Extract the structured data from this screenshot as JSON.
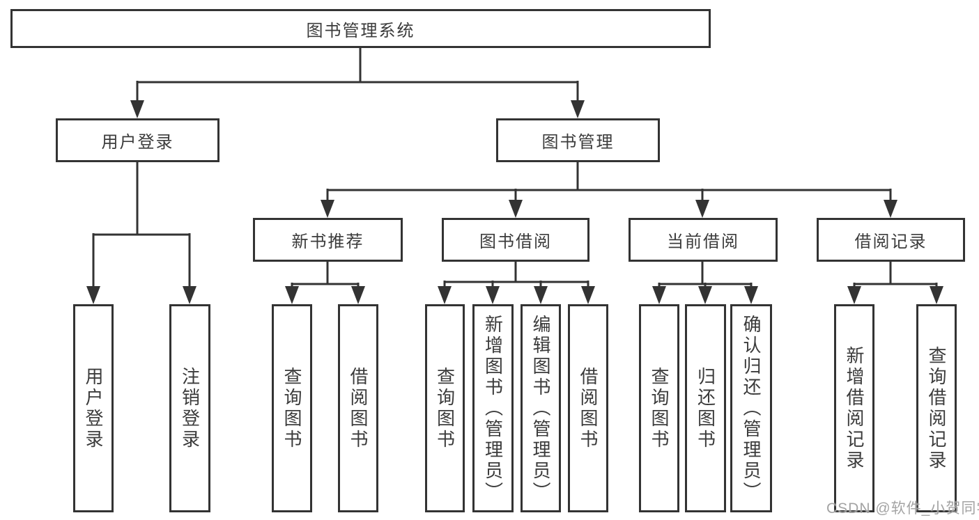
{
  "diagram": {
    "root": {
      "label": "图书管理系统"
    },
    "branches": [
      {
        "label": "用户登录",
        "children": [
          {
            "label": "用户登录"
          },
          {
            "label": "注销登录"
          }
        ]
      },
      {
        "label": "图书管理",
        "children": [
          {
            "label": "新书推荐",
            "children": [
              {
                "label": "查询图书"
              },
              {
                "label": "借阅图书"
              }
            ]
          },
          {
            "label": "图书借阅",
            "children": [
              {
                "label": "查询图书"
              },
              {
                "label": "新增图书（管理员）"
              },
              {
                "label": "编辑图书（管理员）"
              },
              {
                "label": "借阅图书"
              }
            ]
          },
          {
            "label": "当前借阅",
            "children": [
              {
                "label": "查询图书"
              },
              {
                "label": "归还图书"
              },
              {
                "label": "确认归还（管理员）"
              }
            ]
          },
          {
            "label": "借阅记录",
            "children": [
              {
                "label": "新增借阅记录"
              },
              {
                "label": "查询借阅记录"
              }
            ]
          }
        ]
      }
    ]
  },
  "watermark": {
    "text": "CSDN @软件_小贺同学"
  },
  "colors": {
    "line": "#333333",
    "box_border": "#333333",
    "text": "#3b3b3b",
    "background": "#ffffff",
    "watermark": "#9b9b9b"
  }
}
